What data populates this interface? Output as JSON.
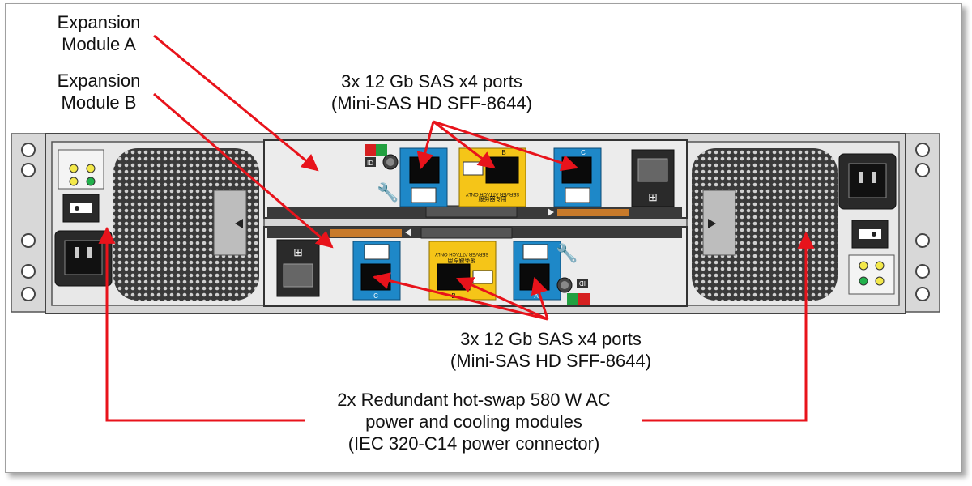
{
  "labels": {
    "module_a": [
      "Expansion",
      "Module A"
    ],
    "module_b": [
      "Expansion",
      "Module B"
    ],
    "ports_top": [
      "3x 12 Gb SAS x4 ports",
      "(Mini-SAS HD SFF-8644)"
    ],
    "ports_bottom": [
      "3x 12 Gb SAS x4 ports",
      "(Mini-SAS HD SFF-8644)"
    ],
    "power": [
      "2x Redundant hot-swap 580 W AC",
      "power and cooling modules",
      "(IEC 320-C14 power connector)"
    ]
  },
  "port_letters": {
    "top": [
      "A",
      "B",
      "C"
    ],
    "bottom": [
      "C",
      "B",
      "A"
    ]
  },
  "panel_text": {
    "server_attach_top": "SERVER ATTACH ONLY",
    "server_attach_top_cn": "服务器专用",
    "server_attach_bottom": "SERVER ATTACH ONLY",
    "server_attach_bottom_cn": "服务器专用",
    "id_top": "ID",
    "id_bottom": "ID"
  },
  "colors": {
    "arrow": "#e8131b",
    "sas_blue": "#1e88c8",
    "server_attach_yellow": "#f5c518",
    "chassis": "#e6e6e6",
    "fan_mesh": "#2a2a2a"
  },
  "icons": [
    "wrench-icon",
    "network-icon",
    "fault-icon",
    "ok-icon",
    "sas-port-icon",
    "power-switch-icon",
    "power-inlet-icon",
    "led-icon"
  ]
}
